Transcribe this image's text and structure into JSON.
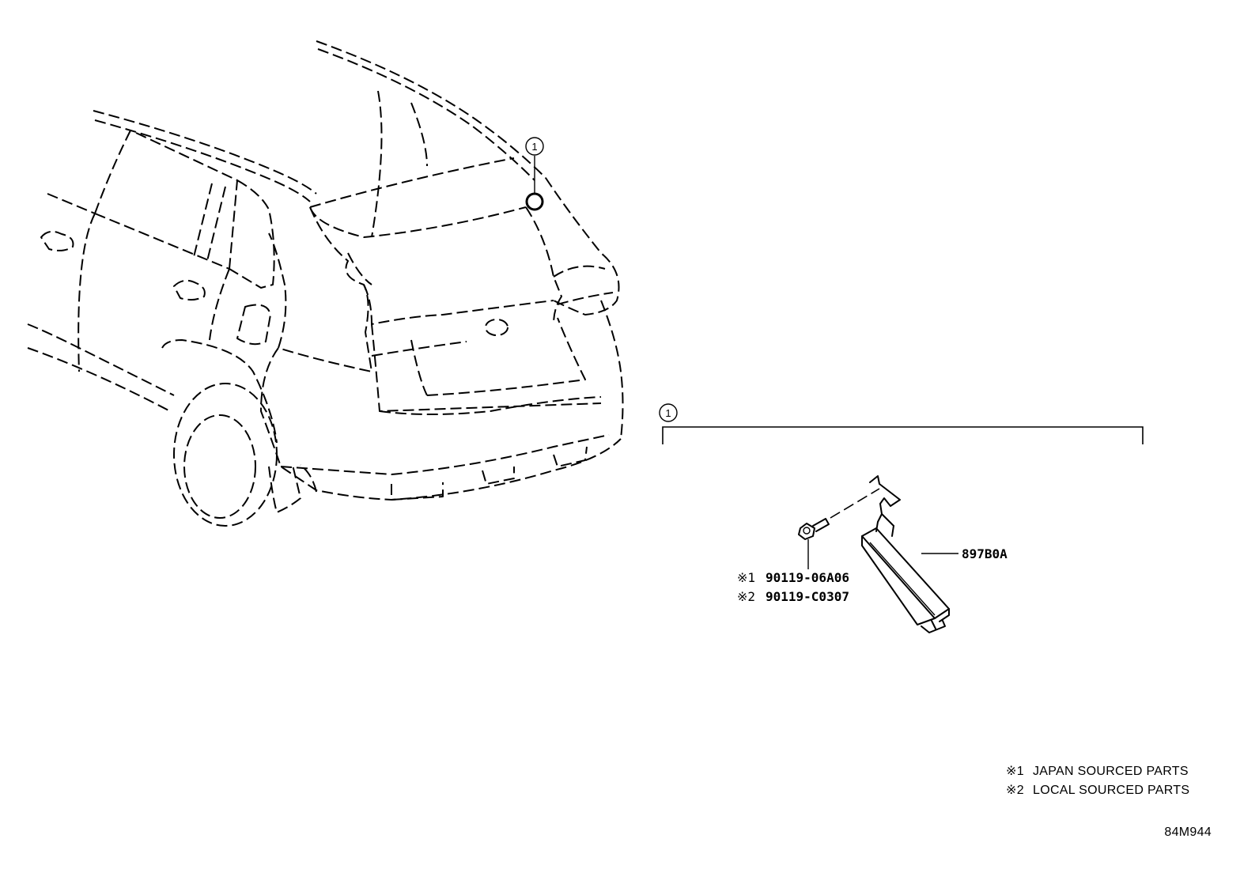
{
  "callouts": {
    "vehicle_marker": "1",
    "assembly_bracket": "1"
  },
  "parts": {
    "module": "897B0A",
    "bolt_ref_1_symbol": "※1",
    "bolt_ref_1_number": "90119-06A06",
    "bolt_ref_2_symbol": "※2",
    "bolt_ref_2_number": "90119-C0307"
  },
  "notes": [
    {
      "symbol": "※1",
      "text": "JAPAN SOURCED PARTS"
    },
    {
      "symbol": "※2",
      "text": "LOCAL SOURCED PARTS"
    }
  ],
  "drawing_id": "84M944",
  "line_color": "#000000",
  "background_color": "#ffffff"
}
